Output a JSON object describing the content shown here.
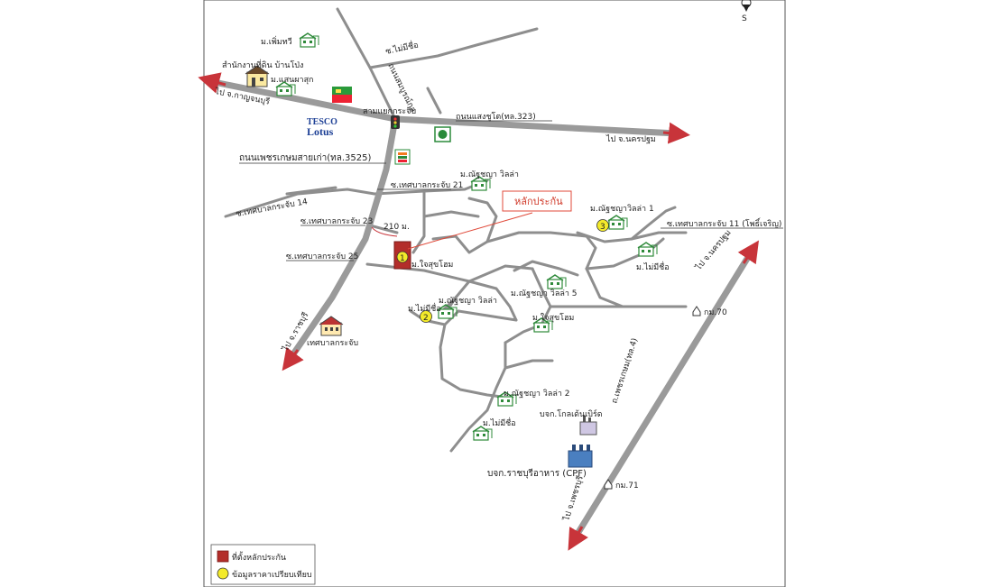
{
  "compass": {
    "south_label": "S"
  },
  "roads": {
    "to_kanchanaburi": "ไป จ.กาญจนบุรี",
    "to_nakhon_pathom_top": "ไป จ.นครปฐม",
    "to_nakhon_pathom_right": "ไป จ.นครปฐม",
    "to_ratchaburi": "ไป จ.ราชบุรี",
    "to_phetchaburi": "ไป จ.เพชรบุรี",
    "saeng_chuto": "ถนนแสงชูโต(ทล.323)",
    "phetkasem_old": "ถนนเพชรเกษมสายเก่า(ทล.3525)",
    "phetkasem_4": "ถ.เพชรเกษม(ทล.4)",
    "somboonkul": "ถนนสมบูรณ์กุล",
    "soi_no_name": "ซ.ไม่มีชื่อ",
    "soi_21": "ซ.เทศบาลกระจับ 21",
    "soi_14": "ซ.เทศบาลกระจับ 14",
    "soi_23": "ซ.เทศบาลกระจับ 23",
    "soi_25": "ซ.เทศบาลกระจับ 25",
    "soi_11": "ซ.เทศบาลกระจับ 11 (โพธิ์เจริญ)",
    "junction": "สามแยกกระจับ",
    "distance": "210 ม."
  },
  "places": {
    "phoem_thawi": "ม.เพิ่มทวี",
    "land_office": "สำนักงานที่ดิน บ้านโป่ง",
    "saen_phasuk": "ม.แสนผาสุก",
    "tesco_line1": "TESCO",
    "tesco_line2": "Lotus",
    "nattha_villa_top": "ม.ณัฐชญา วิลล่า",
    "nattha_villa_1": "ม.ณัฐชญาวิลล่า 1",
    "no_name_right": "ม.ไม่มีชื่อ",
    "chaisuk_home": "ม.ใจสุขโฮม",
    "nattha_villa_mid": "ม.ณัฐชญา วิลล่า",
    "nattha_villa_5": "ม.ณัฐชญา วิลล่า 5",
    "no_name_left": "ม.ไม่มีชื่อ",
    "chaisuk_home_2": "ม.ใจสุขโฮม",
    "municipality": "เทศบาลกระจับ",
    "nattha_villa_2": "ม.ณัฐชญา วิลล่า 2",
    "no_name_bottom": "ม.ไม่มีชื่อ",
    "golden_bird": "บจก.โกลเด้นเบิร์ด",
    "ratchaburi_food": "บจก.ราชบุรีอาหาร (CPF)",
    "km70": "กม.70",
    "km71": "กม.71"
  },
  "markers": {
    "collateral": "1",
    "compare_2": "2",
    "compare_3": "3"
  },
  "callout": {
    "label": "หลักประกัน"
  },
  "legend": {
    "collateral_location": "ที่ตั้งหลักประกัน",
    "comparable_data": "ข้อมูลราคาเปรียบเทียบ"
  },
  "colors": {
    "road": "#9a9a9a",
    "arrow": "#c8343a",
    "collateral_fill": "#b32d2a",
    "marker_yellow": "#f3ea2a",
    "house_green": "#2e8a3a",
    "callout_red": "#e04a3a"
  }
}
